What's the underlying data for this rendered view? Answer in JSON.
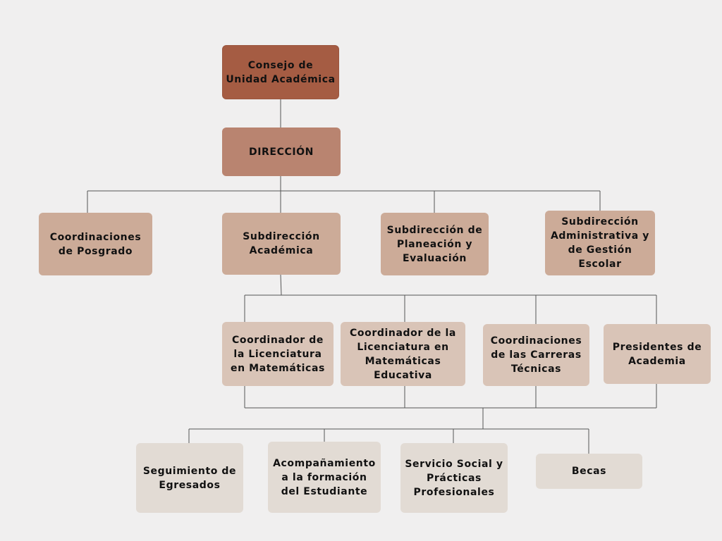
{
  "nodes": {
    "consejo": "Consejo de Unidad Académica",
    "direccion": "DIRECCIÓN",
    "coord_posgrado": "Coordinaciones de Posgrado",
    "sub_academica": "Subdirección Académica",
    "sub_planeacion": "Subdirección de Planeación y Evaluación",
    "sub_administrativa": "Subdirección Administrativa y de Gestión Escolar",
    "coord_lic_mat": "Coordinador de la Licenciatura en Matemáticas",
    "coord_lic_mat_edu": "Coordinador de la Licenciatura en Matemáticas Educativa",
    "coord_carreras": "Coordinaciones de las Carreras Técnicas",
    "presidentes": "Presidentes de Academia",
    "seguimiento": "Seguimiento de Egresados",
    "acompanamiento": "Acompañamiento a la formación del Estudiante",
    "servicio": "Servicio Social y Prácticas Profesionales",
    "becas": "Becas"
  },
  "colors": {
    "level0": "#a55c43",
    "level1": "#b98470",
    "level2": "#ccab98",
    "level3": "#d9c4b7",
    "level4": "#e2dbd4",
    "connector": "#555555"
  }
}
